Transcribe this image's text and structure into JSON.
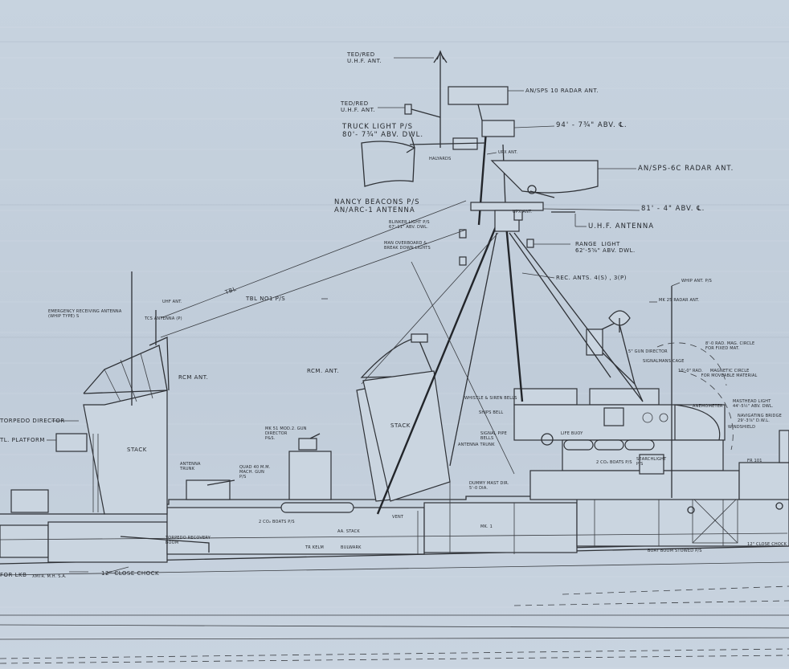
{
  "labels": {
    "ted_red_uhf_ant_top": "TED/RED\nU.H.F. ANT.",
    "ted_red_uhf_ant_mid": "TED/RED\nU.H.F. ANT.",
    "sps10_radar_ant": "AN/SPS 10 RADAR ANT.",
    "truck_light": "TRUCK LIGHT P/S\n80'- 7¾\" ABV. DWL.",
    "height_94": "94' - 7¾\" ABV. ℄.",
    "upx_ant_1": "UPX ANT.",
    "halyards": "HALYARDS",
    "sps6c_radar_ant": "AN/SPS-6C RADAR ANT.",
    "nancy_beacons": "NANCY BEACONS P/S\nAN/ARC-1 ANTENNA",
    "upx_ant_2": "UPX ANT.",
    "height_81": "81' - 4\" ABV. ℄.",
    "blinker_light": "BLINKER LIGHT P/S\n67'-11\" ABV. DWL.",
    "uhf_antenna": "U.H.F. ANTENNA",
    "man_overboard": "MAN OVERBOARD &\nBREAK DOWN LIGHTS",
    "range_light": "RANGE  LIGHT\n62'-5⅝\" ABV. DWL.",
    "rec_ants": "REC. ANTS.   4(S) , 3(P)",
    "whip_ant": "WHIP ANT. P/S",
    "mk25_radar_ant": "MK 25 RADAR ANT.",
    "tbl": "TBL",
    "tbl_no1": "TBL NO1 P/S",
    "emergency_antenna": "EMERGENCY RECEIVING ANTENNA\n(WHIP TYPE) S",
    "uhf_ant": "UHF ANT.",
    "tcs_antenna": "TCS ANTENNA (P)",
    "gun_director": "5\" GUN DIRECTOR",
    "mag_circle_fixed": "8'-0 RAD. MAG. CIRCLE\nFOR FIXED MAT.",
    "signalmans_cage": "SIGNALMANS CAGE",
    "mag_circle_moveable": "10'-0\" RAD.     MAGNETIC CIRCLE\n                FOR MOVEABLE MATERIAL",
    "rcm_ant_1": "RCM  ANT.",
    "rcm_ant_2": "RCM. ANT.",
    "whistle_siren": "WHISTLE & SIREN BELLS",
    "masthead_light": "MASTHEAD LIGHT\n44'-5½\" ABV. DWL.",
    "navigating_bridge": "NAVIGATING BRIDGE\n29'-3⅞\" D.W.L.",
    "ships_bell": "SHIPS BELL",
    "anemometer": "ANEMOMETER",
    "torpedo_director": "TORPEDO DIRECTOR",
    "tl_platform": "TL. PLATFORM",
    "stack_1": "STACK",
    "stack_2": "STACK",
    "mk51_director": "MK 51 MOD.2. GUN\nDIRECTOR\nP&S.",
    "life_buoy": "LIFE BUOY",
    "antenna_trunk_1": "ANTENNA\nTRUNK",
    "antenna_trunk_2": "ANTENNA TRUNK",
    "signal_pipe": "SIGNAL PIPE\nBELLS",
    "windshield": "WINDSHIELD",
    "quad_40mm": "QUAD 40 M.M.\nMACH. GUN\nP/S",
    "co2_boats_1": "2 CO₂ BOATS P/S",
    "co2_boats_2": "2 CO₂ BOATS P/S",
    "searchlight": "SEARCHLIGHT\nP/S",
    "frame_ref": "FR 101",
    "torpedo_recovery": "TORPEDO RECOVERY\nBOOM",
    "close_chock": "12\" CLOSE CHOCK",
    "for_lkb": "FOR LKB",
    "close_chock_2": "12\" CLOSE CHOCK",
    "boat_boom": "BOAT BOOM STOWED P/S",
    "xmtr_mh": "XMTR. M.H. S.A.",
    "bulwark": "BULWARK",
    "aa_stack": "AA. STACK",
    "tr_kelm": "TR KELM",
    "vent": "VENT",
    "mk1": "MK. 1",
    "note_small": "DUMMY MAST DIR.\n5'-0 DIA."
  }
}
